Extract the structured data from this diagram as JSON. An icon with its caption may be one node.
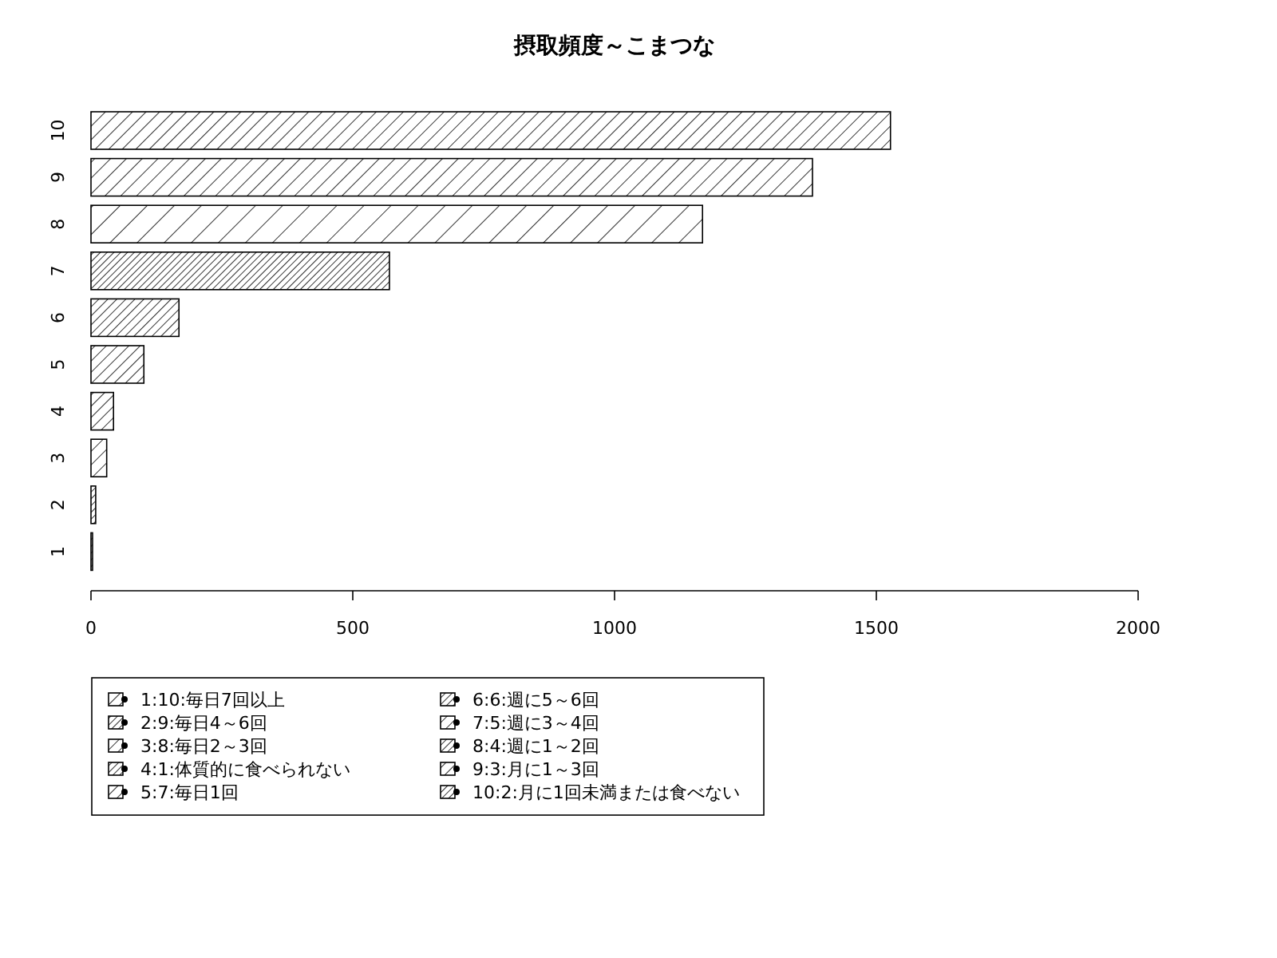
{
  "diagram": {
    "chart_data": {
      "type": "bar",
      "orientation": "horizontal",
      "title": "摂取頻度～こまつな",
      "categories": [
        "10",
        "9",
        "8",
        "7",
        "6",
        "5",
        "4",
        "3",
        "2",
        "1"
      ],
      "values": [
        1527,
        1378,
        1168,
        570,
        168,
        101,
        43,
        30,
        9,
        3
      ],
      "xlim": [
        0,
        2000
      ],
      "xticks": [
        0,
        500,
        1000,
        1500,
        2000
      ]
    },
    "legend": [
      {
        "text": "1:10:毎日7回以上"
      },
      {
        "text": "2:9:毎日4～6回"
      },
      {
        "text": "3:8:毎日2～3回"
      },
      {
        "text": "4:1:体質的に食べられない"
      },
      {
        "text": "5:7:毎日1回"
      },
      {
        "text": "6:6:週に5～6回"
      },
      {
        "text": "7:5:週に3～4回"
      },
      {
        "text": "8:4:週に1～2回"
      },
      {
        "text": "9:3:月に1～3回"
      },
      {
        "text": "10:2:月に1回未満または食べない"
      }
    ]
  }
}
